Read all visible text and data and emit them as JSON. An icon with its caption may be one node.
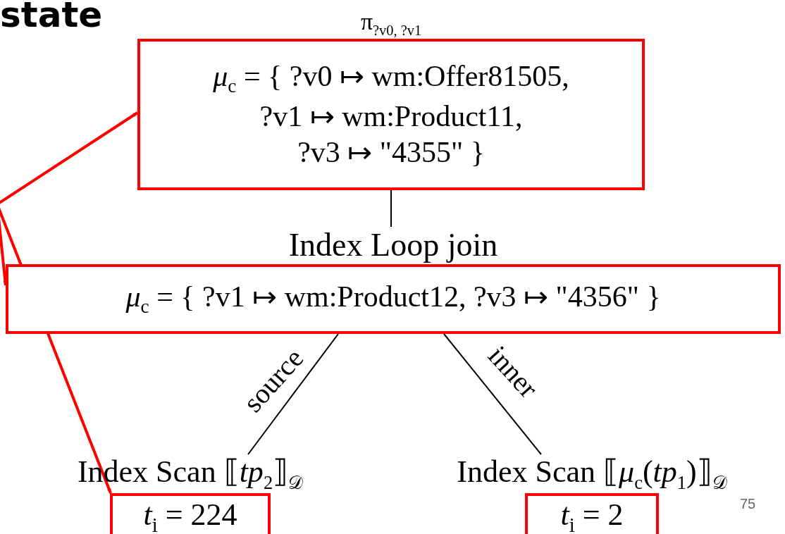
{
  "diagram": {
    "title": "state",
    "nodes": [
      {
        "text": [
          "π$_{?v0, ?v1}$",
          "*μ*$_{c}$ = { ?v0 ↦ wm:Offer81505, ?v1 ↦ wm:Product11, ?v3 ↦ \"4355\" }"
        ]
      },
      {
        "text": [
          "Index Loop join",
          "*μ*$_{c}$ = { ?v1 ↦ wm:Product12, ?v3 ↦ \"4356\" }"
        ]
      },
      {
        "text": [
          "Index Scan ⟦*tp*$_{2}$⟧$_{𝒟}$",
          "*t*$_{i}$ = 224"
        ]
      },
      {
        "text": [
          "Index Scan ⟦*μ*$_{c}$(*tp*$_{1}$)⟧$_{𝒟}$",
          "*t*$_{i}$ = 2"
        ]
      }
    ],
    "edges": [
      {
        "from": 0,
        "to": 1,
        "arrow": "none"
      },
      {
        "from": 1,
        "to": 2,
        "arrow": "none",
        "label": "source"
      },
      {
        "from": 1,
        "to": 3,
        "arrow": "none",
        "label": "inner"
      },
      {
        "from": null,
        "to": 0,
        "arrow": "to",
        "style": "thick",
        "color": "#ff0000"
      },
      {
        "from": null,
        "to": 1,
        "arrow": "to",
        "style": "thick",
        "color": "#ff0000"
      },
      {
        "from": null,
        "to": 2,
        "arrow": "to",
        "style": "thick",
        "color": "#ff0000"
      }
    ],
    "labels": [
      "75"
    ]
  }
}
